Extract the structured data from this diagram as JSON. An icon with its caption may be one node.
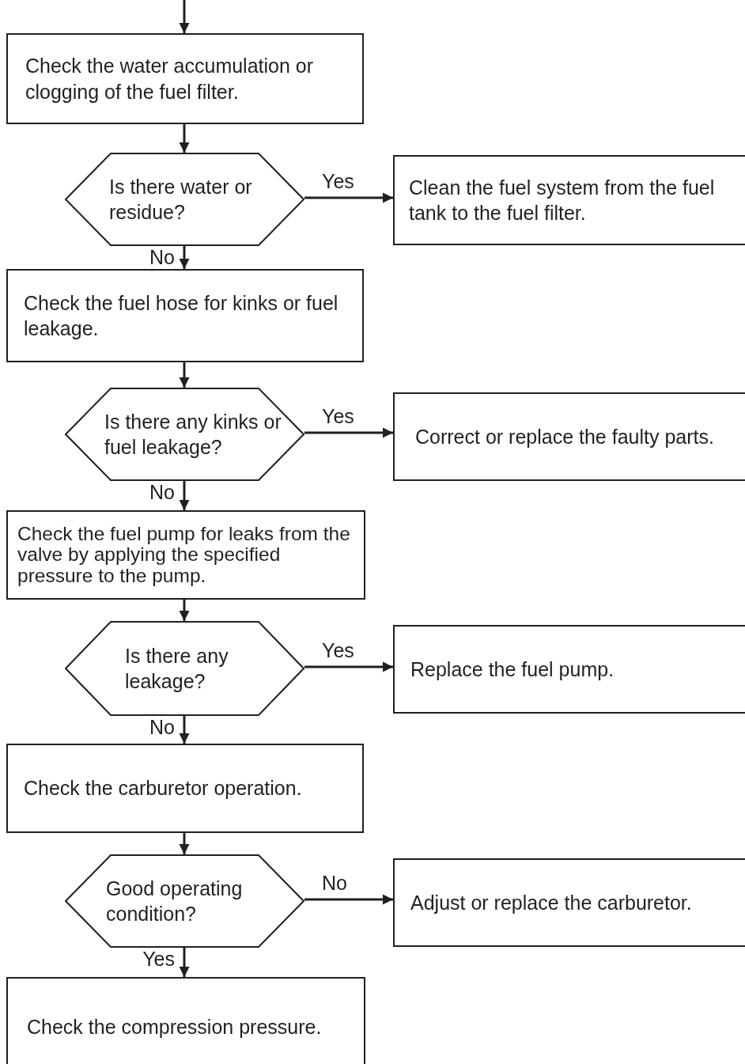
{
  "diagram": {
    "nodes": [
      {
        "text": [
          "Check the water accumulation or clogging of the fuel filter."
        ]
      },
      {
        "text": [
          "Is there water or residue?"
        ]
      },
      {
        "text": [
          "Clean the fuel system from the fuel tank to the fuel filter."
        ]
      },
      {
        "text": [
          "Check the fuel hose for kinks or fuel leakage."
        ]
      },
      {
        "text": [
          "Is there any kinks or fuel leakage?"
        ]
      },
      {
        "text": [
          "Correct or replace the faulty parts."
        ]
      },
      {
        "text": [
          "Check the fuel pump for leaks from the valve by applying the specified pressure to the pump."
        ]
      },
      {
        "text": [
          "Is there any leakage?"
        ]
      },
      {
        "text": [
          "Replace the fuel pump."
        ]
      },
      {
        "text": [
          "Check the carburetor operation."
        ]
      },
      {
        "text": [
          "Good operating condition?"
        ]
      },
      {
        "text": [
          "Adjust or replace the carburetor."
        ]
      },
      {
        "text": [
          "Check the compression pressure."
        ]
      }
    ],
    "edges": [
      {
        "from": null,
        "to": 0,
        "arrow": "to"
      },
      {
        "from": 0,
        "to": 1,
        "arrow": "to"
      },
      {
        "from": 1,
        "to": 2,
        "arrow": "to",
        "label": "Yes"
      },
      {
        "from": 1,
        "to": 3,
        "arrow": "to",
        "label": "No"
      },
      {
        "from": 3,
        "to": 4,
        "arrow": "to"
      },
      {
        "from": 4,
        "to": 5,
        "arrow": "to",
        "label": "Yes"
      },
      {
        "from": 4,
        "to": 6,
        "arrow": "to",
        "label": "No"
      },
      {
        "from": 6,
        "to": 7,
        "arrow": "to"
      },
      {
        "from": 7,
        "to": 8,
        "arrow": "to",
        "label": "Yes"
      },
      {
        "from": 7,
        "to": 9,
        "arrow": "to",
        "label": "No"
      },
      {
        "from": 9,
        "to": 10,
        "arrow": "to"
      },
      {
        "from": 10,
        "to": 11,
        "arrow": "to",
        "label": "No"
      },
      {
        "from": 10,
        "to": 12,
        "arrow": "to",
        "label": "Yes"
      }
    ]
  }
}
